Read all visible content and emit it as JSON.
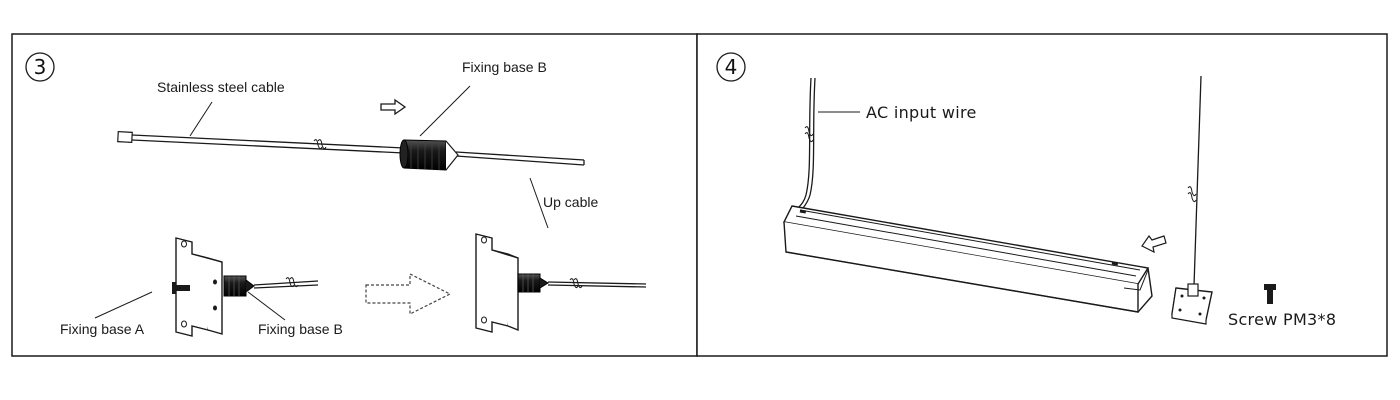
{
  "panel3": {
    "step_number": "3",
    "labels": {
      "stainless_cable": "Stainless steel cable",
      "fixing_base_b_top": "Fixing base B",
      "up_cable": "Up cable",
      "fixing_base_a": "Fixing base A",
      "fixing_base_b_bottom": "Fixing base B"
    }
  },
  "panel4": {
    "step_number": "4",
    "labels": {
      "ac_input_wire": "AC input wire",
      "screw": "Screw PM3*8"
    }
  }
}
